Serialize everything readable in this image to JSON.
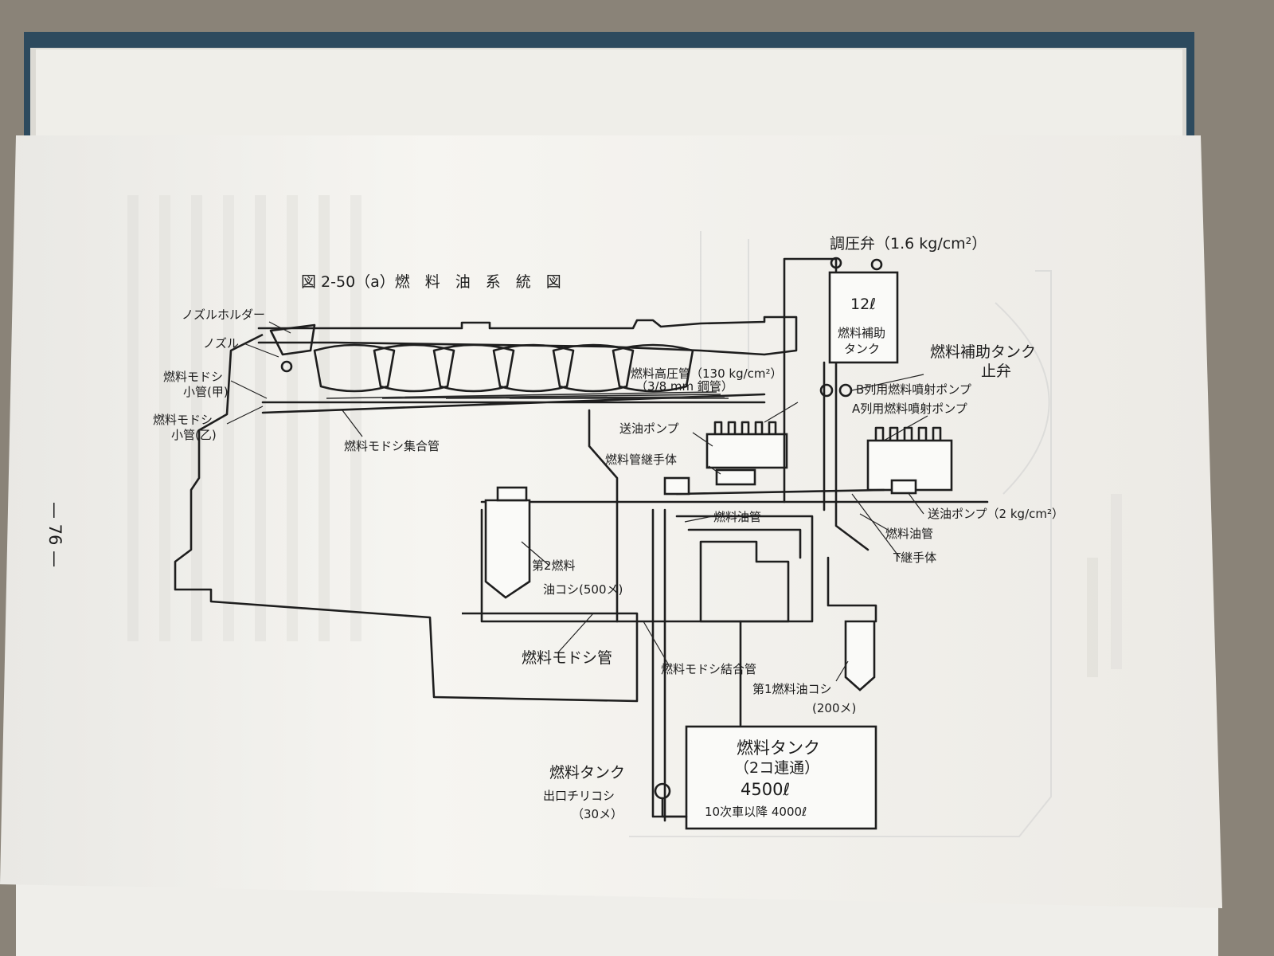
{
  "figure": {
    "title": "図 2-50（a）燃　料　油　系　統　図",
    "page_number": "— 76 —"
  },
  "labels": {
    "nozzle_holder": "ノズルホルダー",
    "nozzle": "ノズル",
    "return_small_pipe_a_1": "燃料モドシ",
    "return_small_pipe_a_2": "小管(甲)",
    "return_small_pipe_b_1": "燃料モドシ",
    "return_small_pipe_b_2": "小管(乙)",
    "return_manifold": "燃料モドシ集合管",
    "high_pressure_pipe_1": "燃料高圧管（130 kg/cm²）",
    "high_pressure_pipe_2": "（3/8 mm 鋼管）",
    "regulating_valve": "調圧弁（1.6 kg/cm²）",
    "aux_tank_volume": "12ℓ",
    "aux_tank_name_1": "燃料補助",
    "aux_tank_name_2": "タンク",
    "aux_tank_stop_valve_1": "燃料補助タンク",
    "aux_tank_stop_valve_2": "止弁",
    "b_row_injection_pump": "B列用燃料噴射ポンプ",
    "a_row_injection_pump": "A列用燃料噴射ポンプ",
    "feed_pump_upper": "送油ポンプ",
    "pipe_joint": "燃料管継手体",
    "feed_pump_pressure": "送油ポンプ（2 kg/cm²）",
    "fuel_pipe_left": "燃料油管",
    "fuel_pipe_right": "燃料油管",
    "t_joint": "T継手体",
    "second_filter_1": "第2燃料",
    "second_filter_2": "油コシ(500メ)",
    "return_pipe": "燃料モドシ管",
    "return_joint_pipe": "燃料モドシ結合管",
    "first_filter_1": "第1燃料油コシ",
    "first_filter_2": "(200メ)",
    "fuel_tank_name": "燃料タンク",
    "fuel_tank_note": "（2コ連通）",
    "fuel_tank_volume": "4500ℓ",
    "fuel_tank_volume_late": "10次車以降 4000ℓ",
    "outlet_strainer_1": "燃料タンク",
    "outlet_strainer_2": "出口チリコシ",
    "outlet_strainer_3": "（30メ）"
  },
  "colors": {
    "paper": "#f4f3ef",
    "ink": "#1e1e1e",
    "cover": "#2d4a5e",
    "background": "#8a8378",
    "bleed_through": "#c9c9c9"
  }
}
